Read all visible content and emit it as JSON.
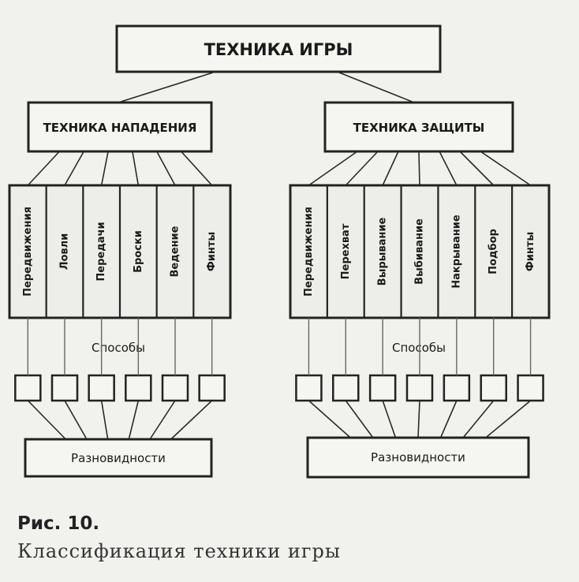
{
  "title": "ТЕХНИКА ИГРЫ",
  "attack": {
    "heading": "ТЕХНИКА НАПАДЕНИЯ",
    "items": [
      "Передвижения",
      "Ловли",
      "Передачи",
      "Броски",
      "Ведение",
      "Финты"
    ],
    "methods": "Способы",
    "varieties": "Разновидности"
  },
  "defense": {
    "heading": "ТЕХНИКА ЗАЩИТЫ",
    "items": [
      "Передвижения",
      "Перехват",
      "Вырывание",
      "Выбивание",
      "Накрывание",
      "Подбор",
      "Финты"
    ],
    "methods": "Способы",
    "varieties": "Разновидности"
  },
  "caption": {
    "number": "Рис. 10.",
    "text": "Классификация техники игры"
  }
}
